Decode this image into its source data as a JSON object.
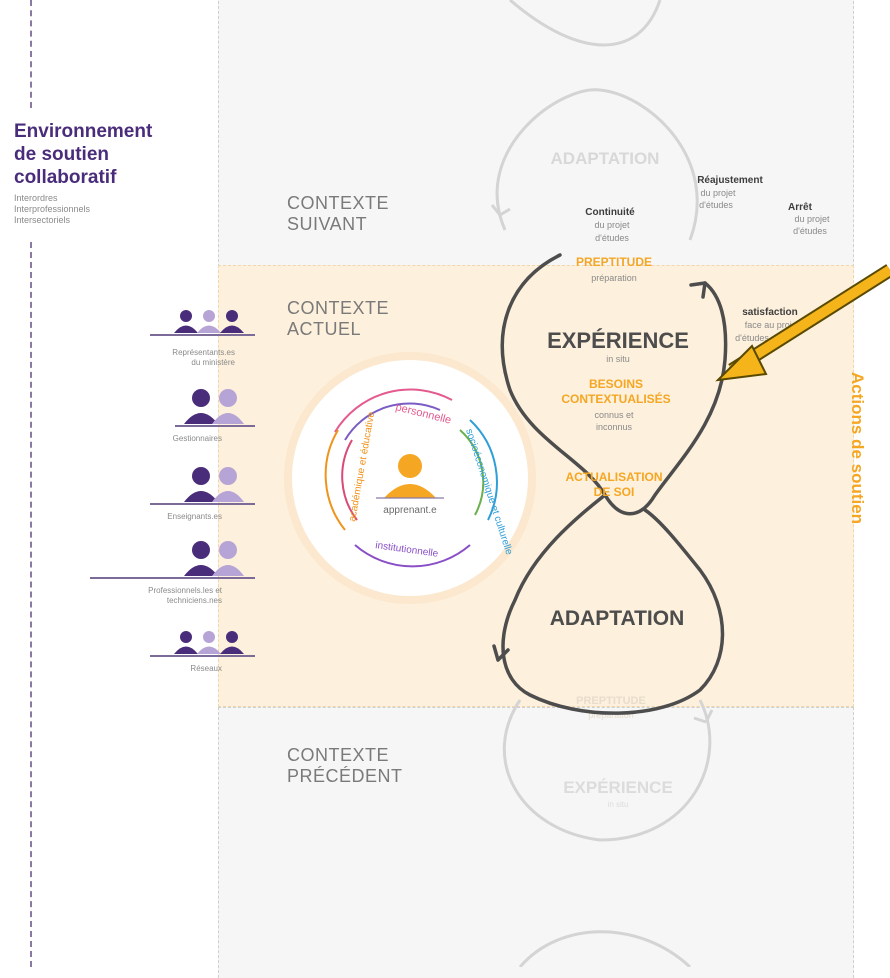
{
  "environment": {
    "title_line1": "Environnement",
    "title_line2": "de soutien",
    "title_line3": "collaboratif",
    "subs": [
      "Interordres",
      "Interprofessionnels",
      "Intersectoriels"
    ]
  },
  "contexts": {
    "next_line1": "CONTEXTE",
    "next_line2": "SUIVANT",
    "current_line1": "CONTEXTE",
    "current_line2": "ACTUEL",
    "previous_line1": "CONTEXTE",
    "previous_line2": "PRÉCÉDENT"
  },
  "groups": [
    {
      "label_line1": "Représentants.es",
      "label_line2": "du ministère"
    },
    {
      "label_line1": "Gestionnaires",
      "label_line2": ""
    },
    {
      "label_line1": "Enseignants.es",
      "label_line2": ""
    },
    {
      "label_line1": "Professionnels.les et",
      "label_line2": "techniciens.nes"
    },
    {
      "label_line1": "Réseaux",
      "label_line2": ""
    }
  ],
  "wheel": {
    "center": "apprenant.e",
    "top": "personnelle",
    "right": "socioéconomique et culturelle",
    "bottom": "institutionnelle",
    "left": "académique et éducative"
  },
  "loop": {
    "faded_adaptation": "ADAPTATION",
    "reajustement": "Réajustement",
    "reajustement_sub1": "du projet",
    "reajustement_sub2": "d'études",
    "arret": "Arrêt",
    "arret_sub1": "du projet",
    "arret_sub2": "d'études",
    "continuite": "Continuité",
    "continuite_sub1": "du projet",
    "continuite_sub2": "d'études",
    "preptitude": "PREPTITUDE",
    "preparation": "préparation",
    "satisfaction": "satisfaction",
    "satisfaction_sub1": "face au projet",
    "satisfaction_sub2": "d'études",
    "experience": "EXPÉRIENCE",
    "in_situ": "in situ",
    "besoins1": "BESOINS",
    "besoins2": "CONTEXTUALISÉS",
    "connus1": "connus et",
    "connus2": "inconnus",
    "actualisation1": "ACTUALISATION",
    "actualisation2": "DE SOI",
    "adaptation": "ADAPTATION",
    "faded_preptitude": "PREPTITUDE",
    "faded_preparation": "préparation",
    "faded_experience": "EXPÉRIENCE",
    "faded_in_situ": "in situ"
  },
  "side_label": "Actions de soutien",
  "colors": {
    "purple_dark": "#4a2d7a",
    "purple_light": "#b7a4d6",
    "orange": "#f5a623",
    "gold_arrow": "#f4b41a",
    "loop_gray": "#4d4d4d"
  }
}
